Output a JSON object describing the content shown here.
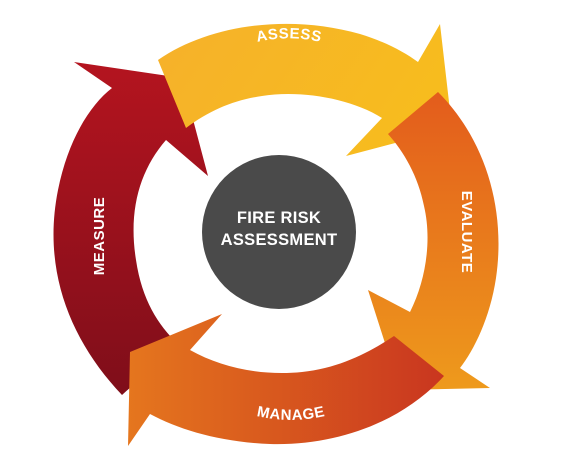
{
  "center": {
    "line1": "FIRE RISK",
    "line2": "ASSESSMENT"
  },
  "stages": [
    {
      "id": "assess",
      "label": "ASSESS",
      "color": "#F4A31F"
    },
    {
      "id": "evaluate",
      "label": "EVALUATE",
      "color": "#E2661E"
    },
    {
      "id": "manage",
      "label": "MANAGE",
      "color": "#D84E1F"
    },
    {
      "id": "measure",
      "label": "MEASURE",
      "color": "#A8161F"
    }
  ],
  "colors": {
    "center_circle": "#4A4A4A"
  }
}
